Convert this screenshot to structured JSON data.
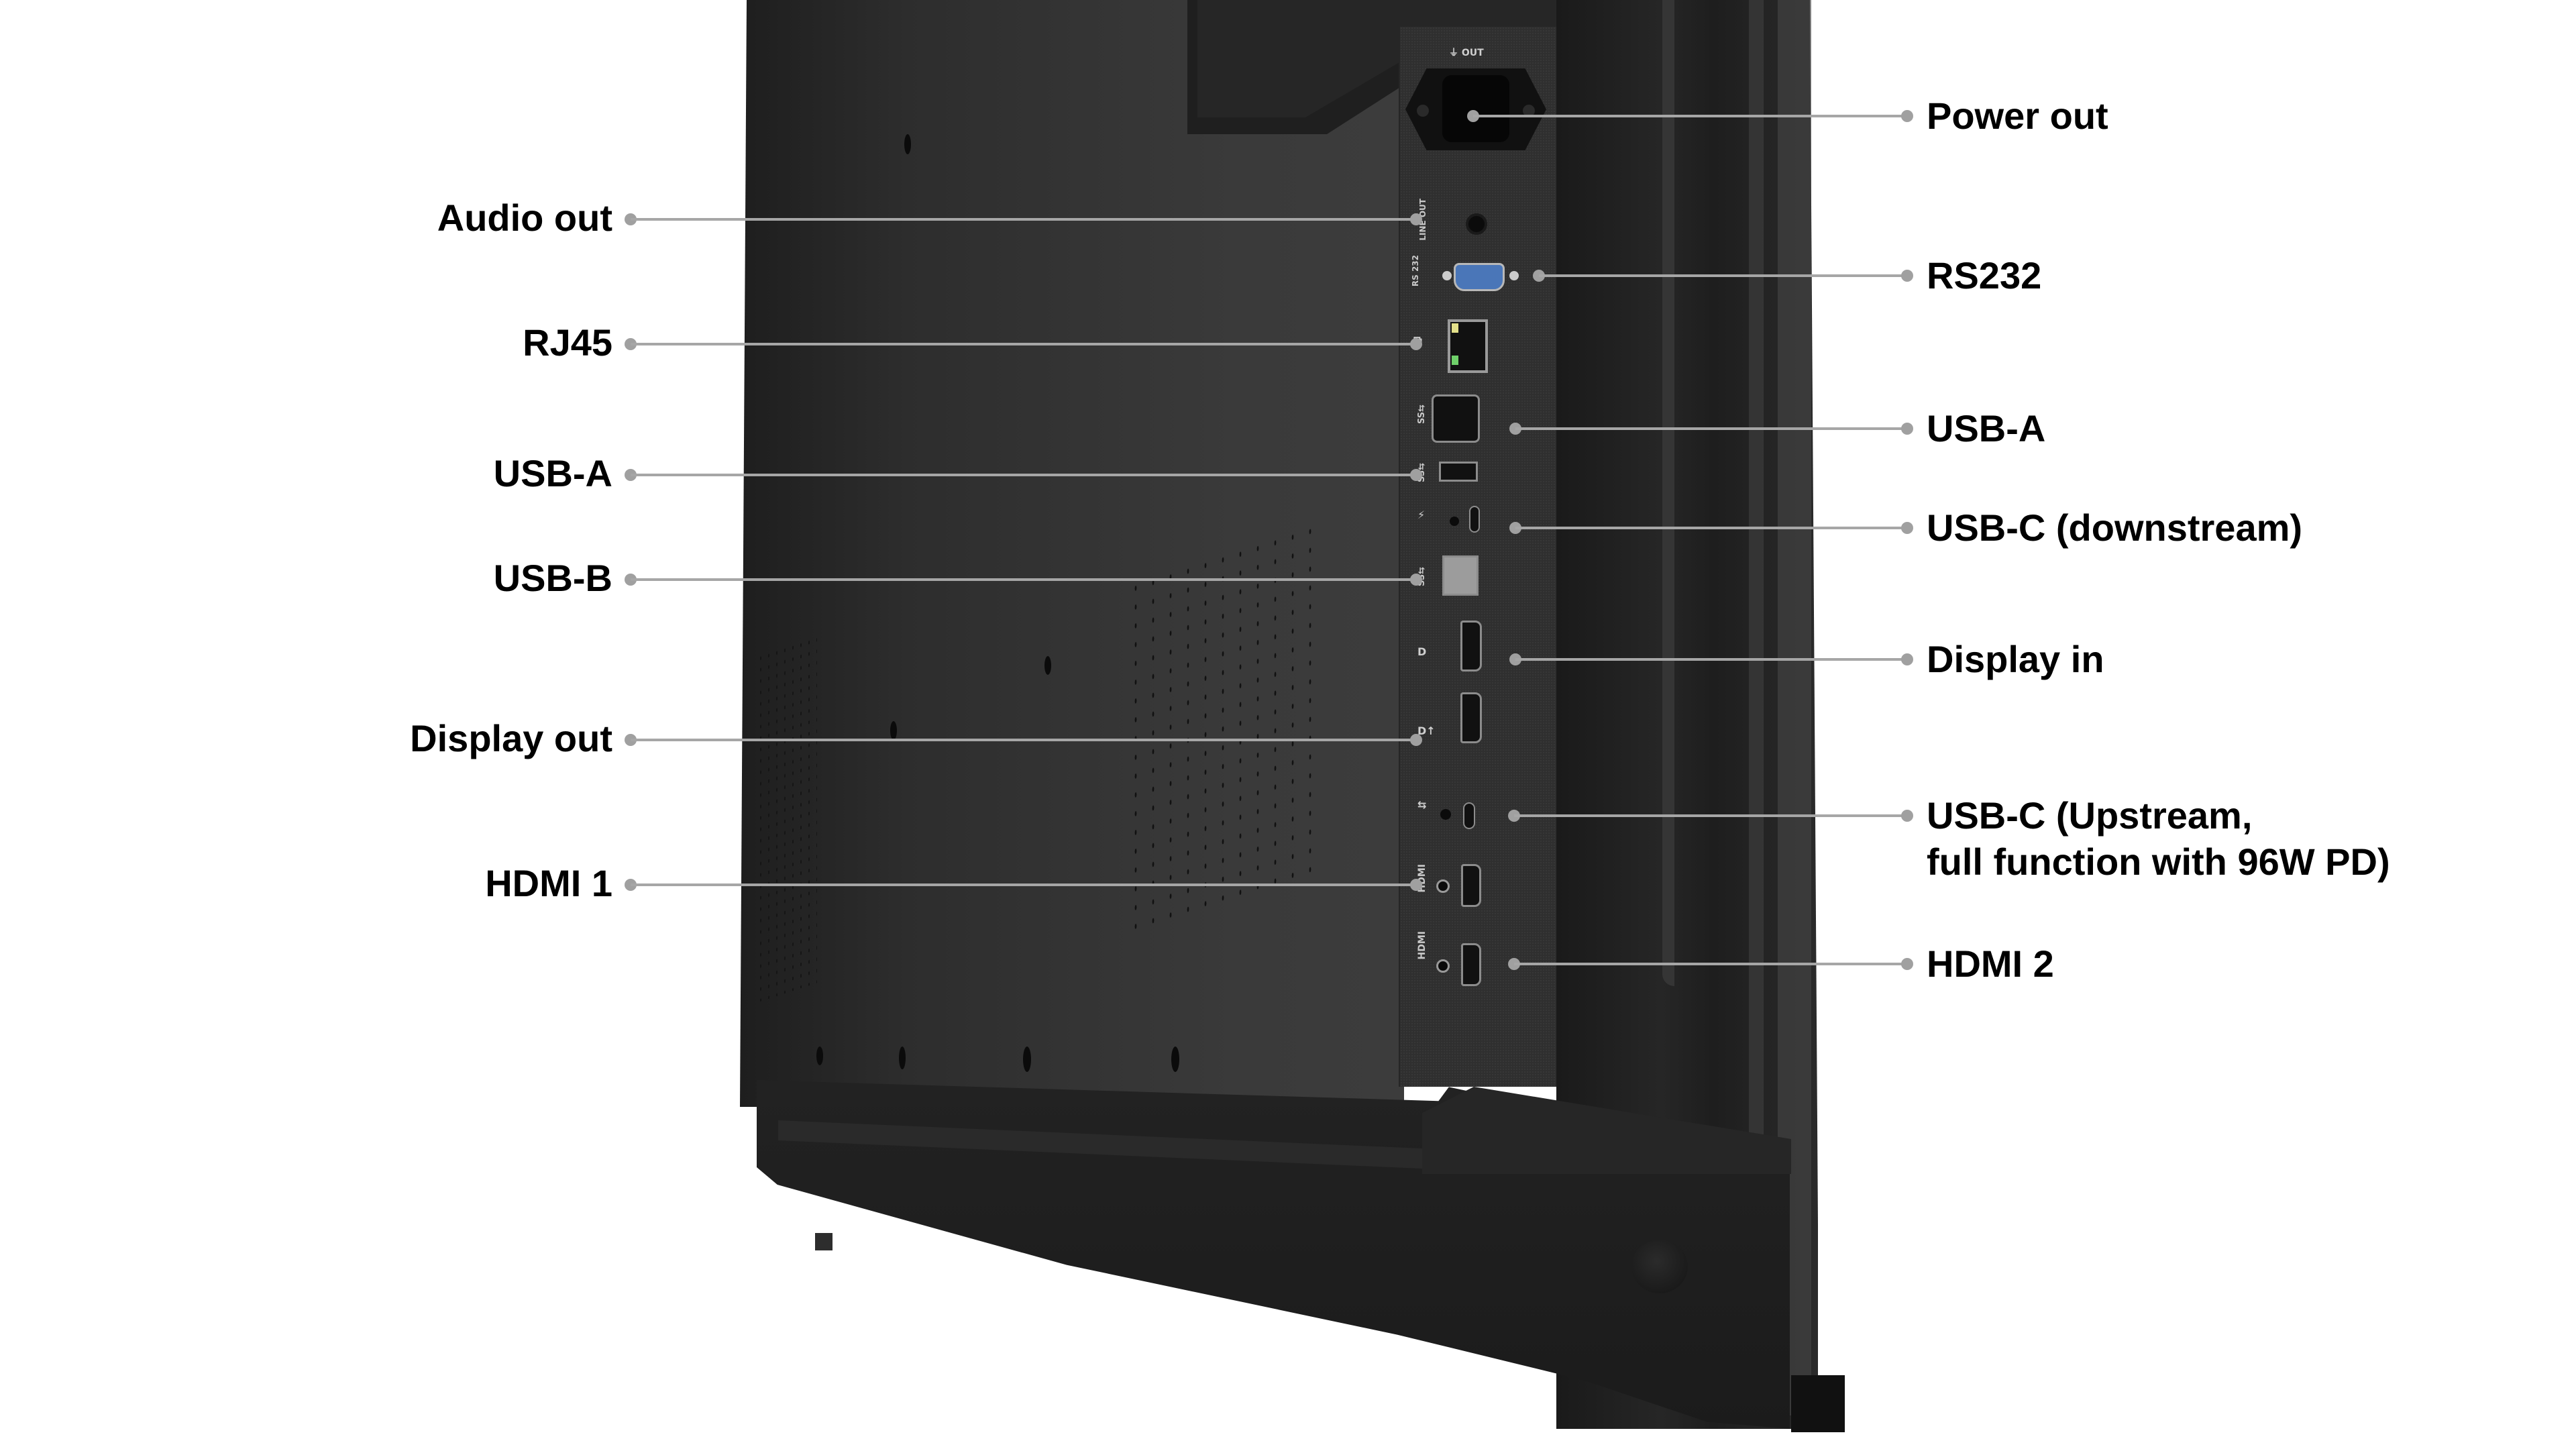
{
  "figure": {
    "subject": "Monitor rear I/O panel",
    "colors": {
      "background": "#ffffff",
      "label_text": "#000000",
      "leader_line": "#a6a6a6",
      "body": "#2f2f2f",
      "rs232_port": "#4a76b8",
      "rj45_led_yellow": "#e3e08a",
      "rj45_led_green": "#6fd06a"
    }
  },
  "panel_markings": {
    "power_out": "⏚ OUT",
    "line_out": "LINE OUT",
    "rs232": "RS 232",
    "ss_usb": "SS⇆",
    "hdmi": "HDMI"
  },
  "callouts": {
    "left": [
      {
        "id": "audio-out",
        "label": "Audio out"
      },
      {
        "id": "rj45",
        "label": "RJ45"
      },
      {
        "id": "usb-a-left",
        "label": "USB-A"
      },
      {
        "id": "usb-b",
        "label": "USB-B"
      },
      {
        "id": "display-out",
        "label": "Display out"
      },
      {
        "id": "hdmi-1",
        "label": "HDMI 1"
      }
    ],
    "right": [
      {
        "id": "power-out",
        "label": "Power out"
      },
      {
        "id": "rs232",
        "label": "RS232"
      },
      {
        "id": "usb-a-right",
        "label": "USB-A"
      },
      {
        "id": "usb-c-downstream",
        "label": "USB-C (downstream)"
      },
      {
        "id": "display-in",
        "label": "Display in"
      },
      {
        "id": "usb-c-upstream",
        "label": "USB-C (Upstream,",
        "label_line2": "full function with 96W PD)"
      },
      {
        "id": "hdmi-2",
        "label": "HDMI 2"
      }
    ]
  }
}
